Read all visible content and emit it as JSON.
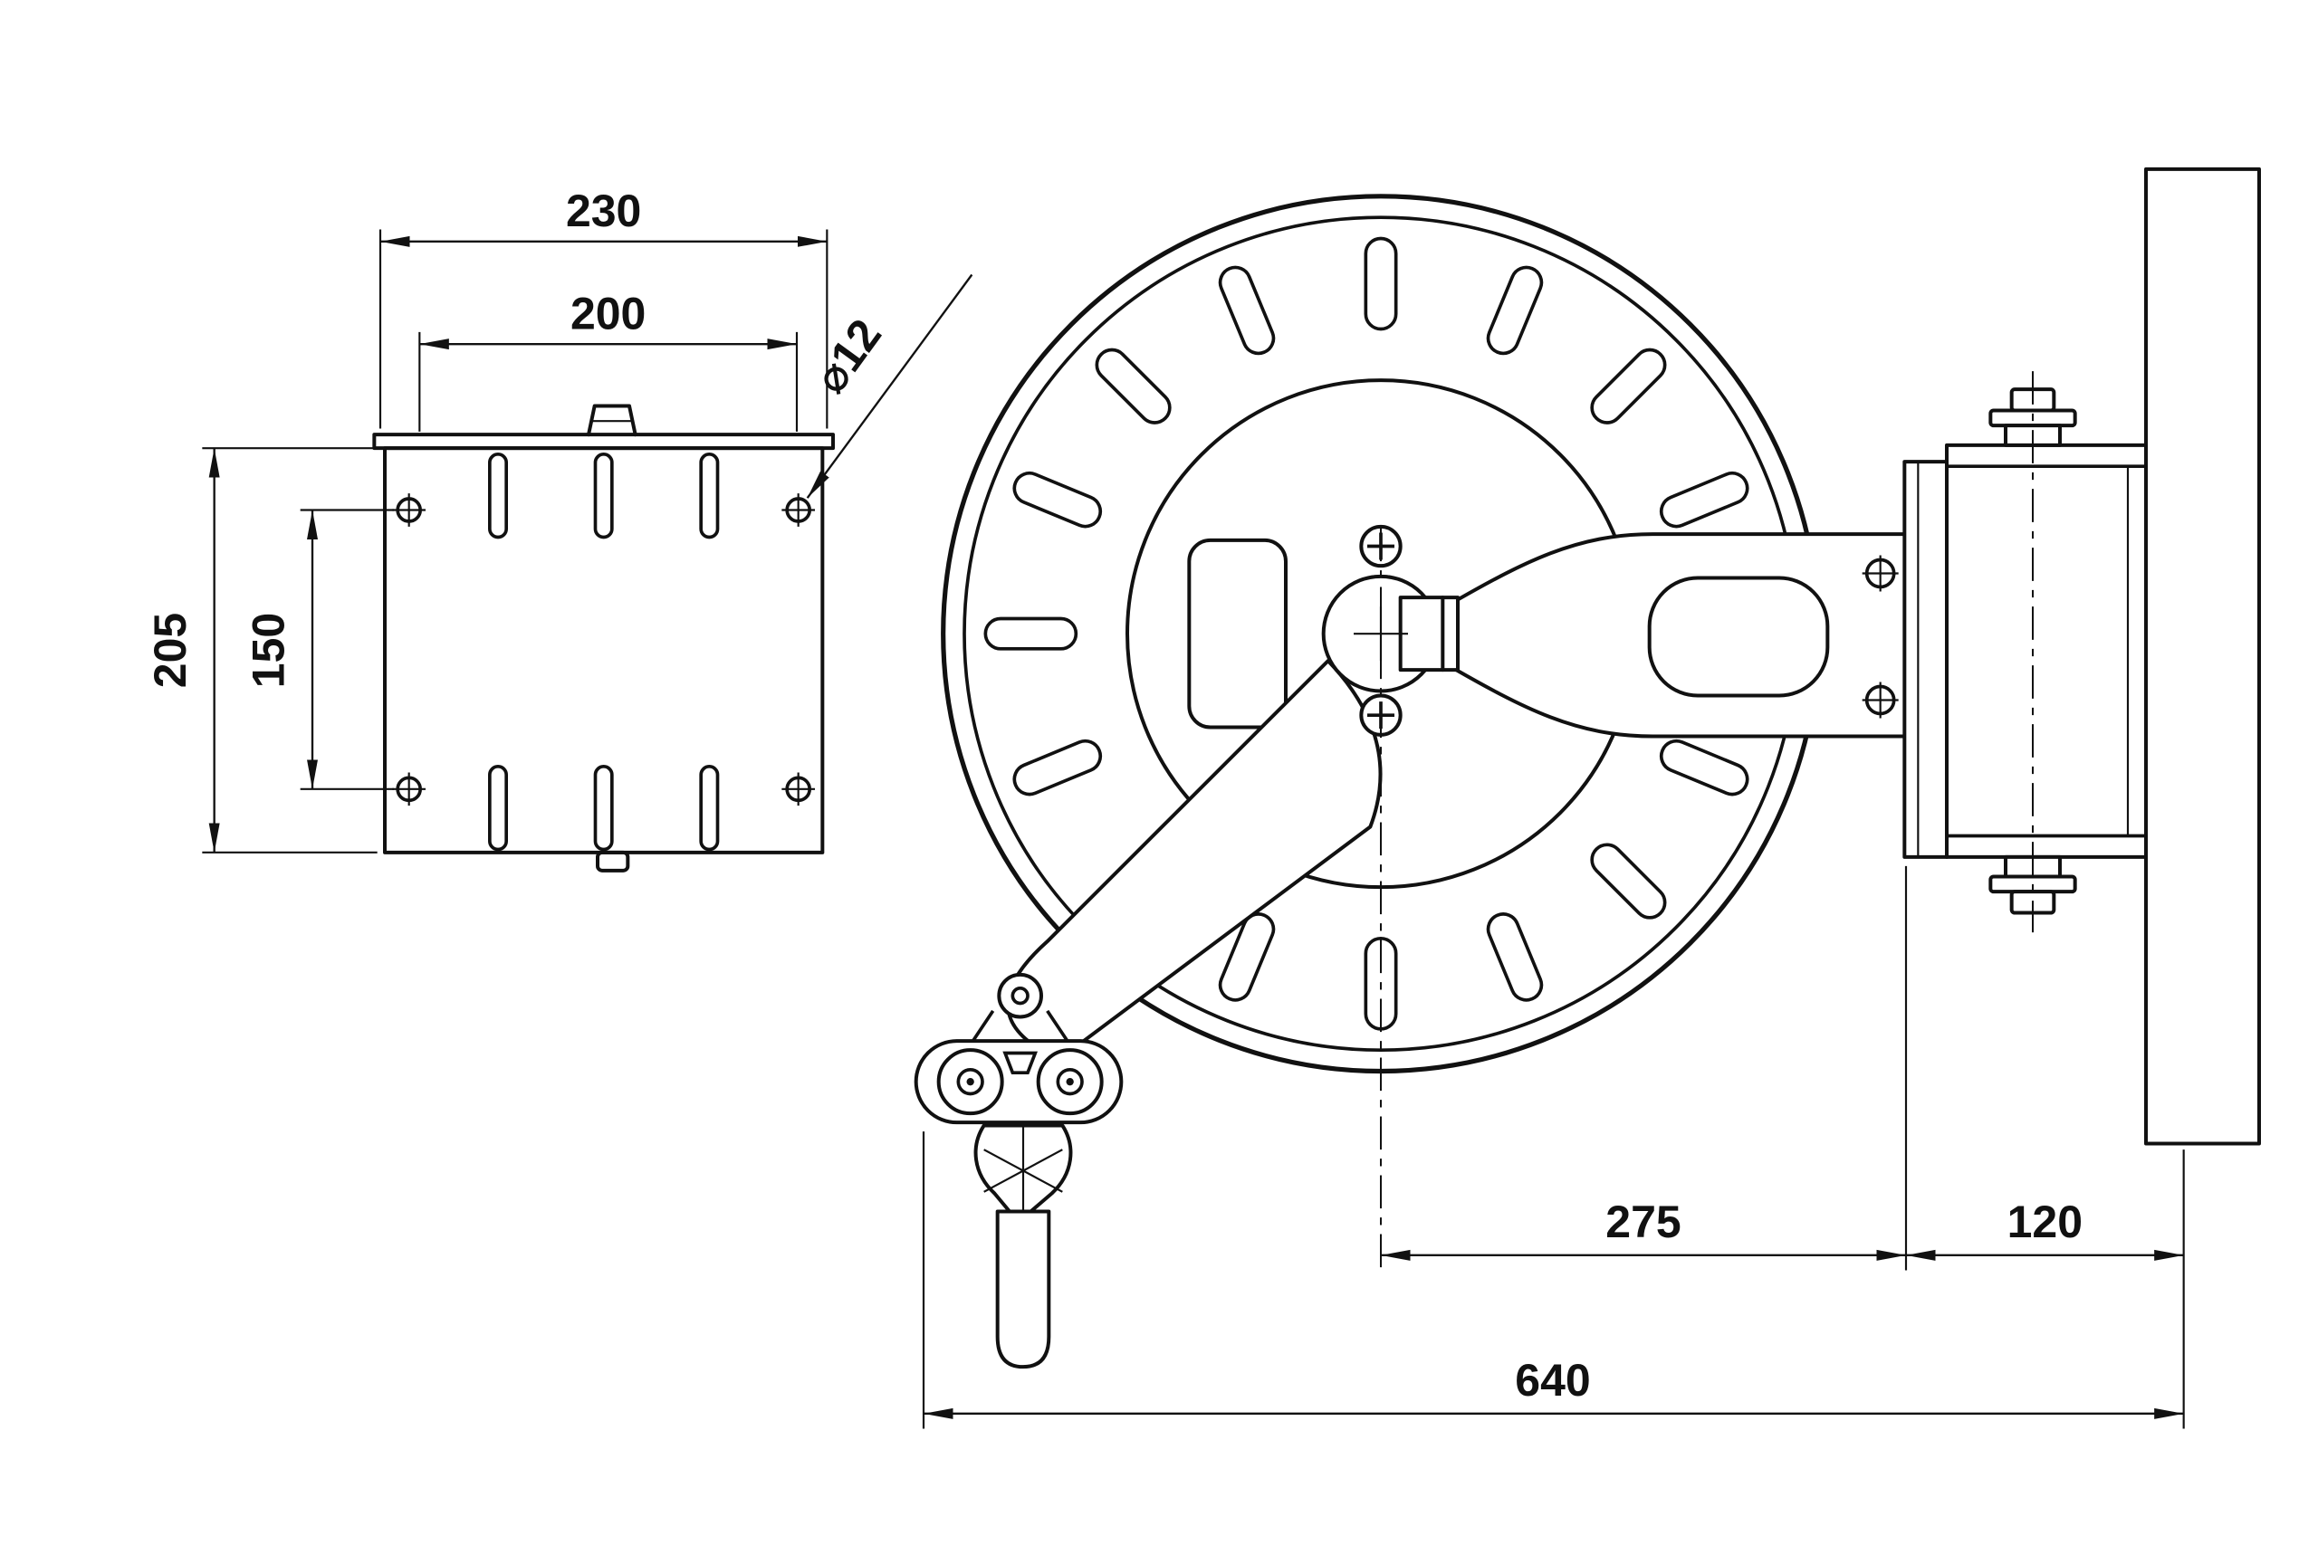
{
  "drawing": {
    "type": "technical-dimension-drawing",
    "colors": {
      "line": "#111111",
      "background": "#ffffff"
    },
    "dimensions": {
      "plate_width": "230",
      "plate_slot_span": "200",
      "plate_height": "205",
      "plate_hole_span": "150",
      "hole_diameter": "⌀12",
      "reel_center_to_bracket": "275",
      "bracket_to_wall": "120",
      "overall_depth": "640"
    }
  }
}
